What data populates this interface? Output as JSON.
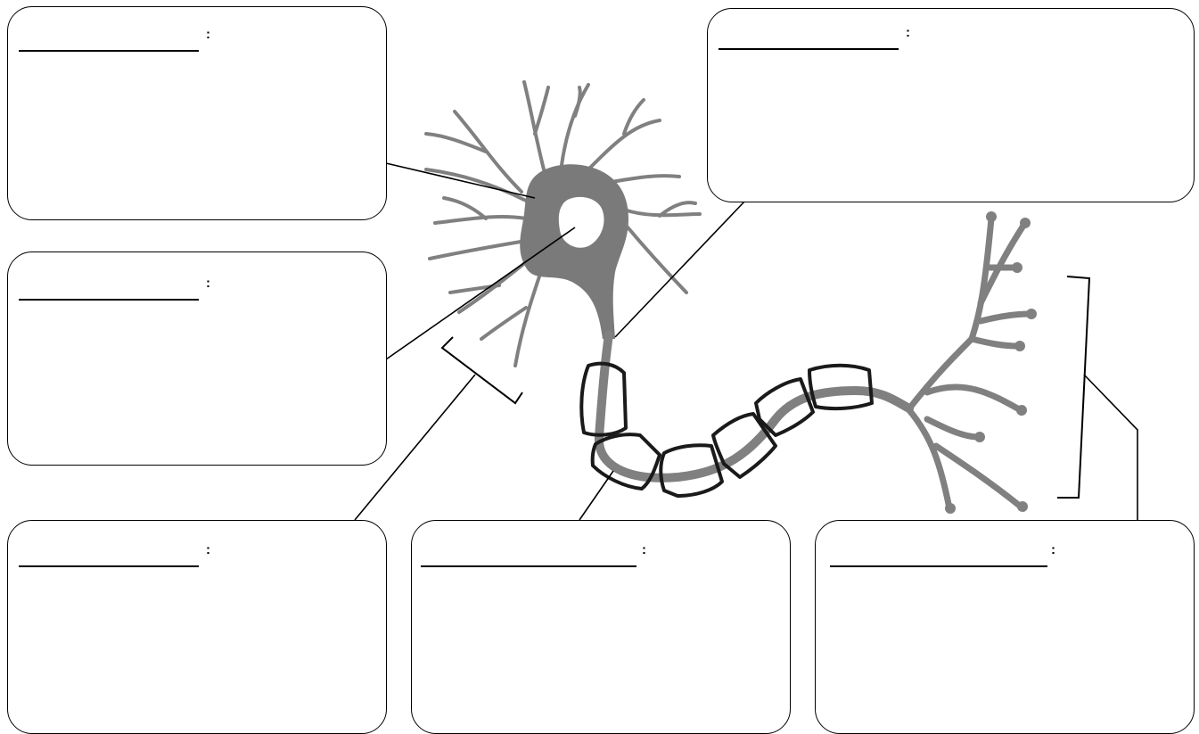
{
  "diagram": {
    "label_boxes": [
      {
        "id": "box-top-left",
        "separator": ":"
      },
      {
        "id": "box-middle-left",
        "separator": ":"
      },
      {
        "id": "box-bottom-left",
        "separator": ":"
      },
      {
        "id": "box-bottom-middle",
        "separator": ":"
      },
      {
        "id": "box-bottom-right",
        "separator": ":"
      },
      {
        "id": "box-top-right",
        "separator": ":"
      }
    ],
    "colors": {
      "neuron": "#808080",
      "soma": "#7a7a7a",
      "myelin_outline": "#1a1a1a",
      "lines": "#000000"
    }
  }
}
